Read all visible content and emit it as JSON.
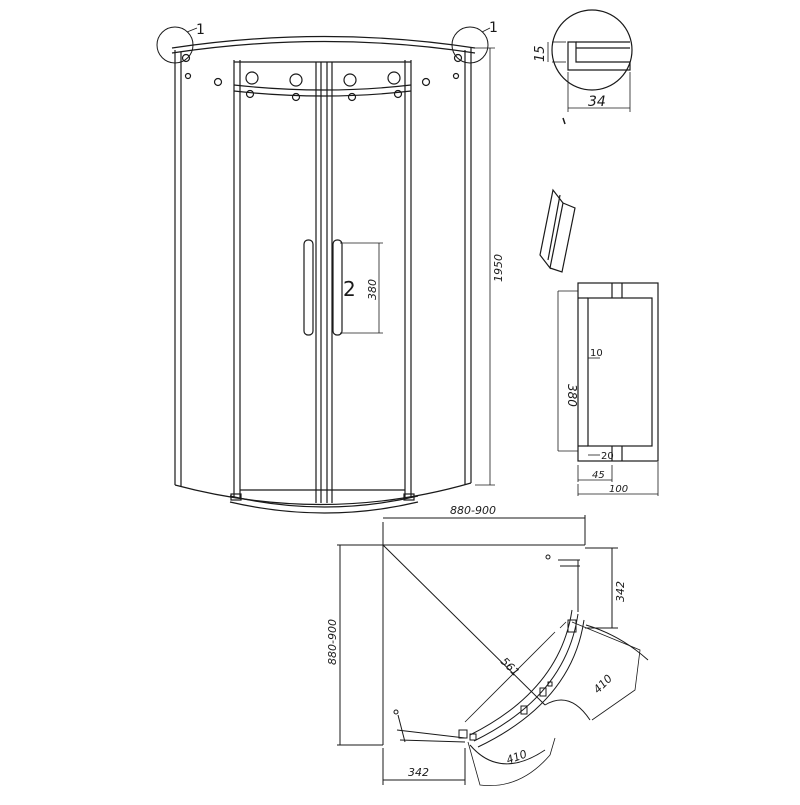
{
  "front_view": {
    "callout_left": "1",
    "callout_right": "1",
    "handle_label": "2",
    "handle_height": "380",
    "total_height": "1950"
  },
  "rail_detail": {
    "height": "15",
    "width": "34"
  },
  "handle_detail": {
    "length": "380",
    "grip_dim": "10",
    "offset": "20",
    "depth": "45",
    "total_depth": "100"
  },
  "plan_view": {
    "width": "880-900",
    "depth": "880-900",
    "side_right": "342",
    "side_bottom": "342",
    "diagonal": "561",
    "door_right": "410",
    "door_bottom": "410"
  }
}
